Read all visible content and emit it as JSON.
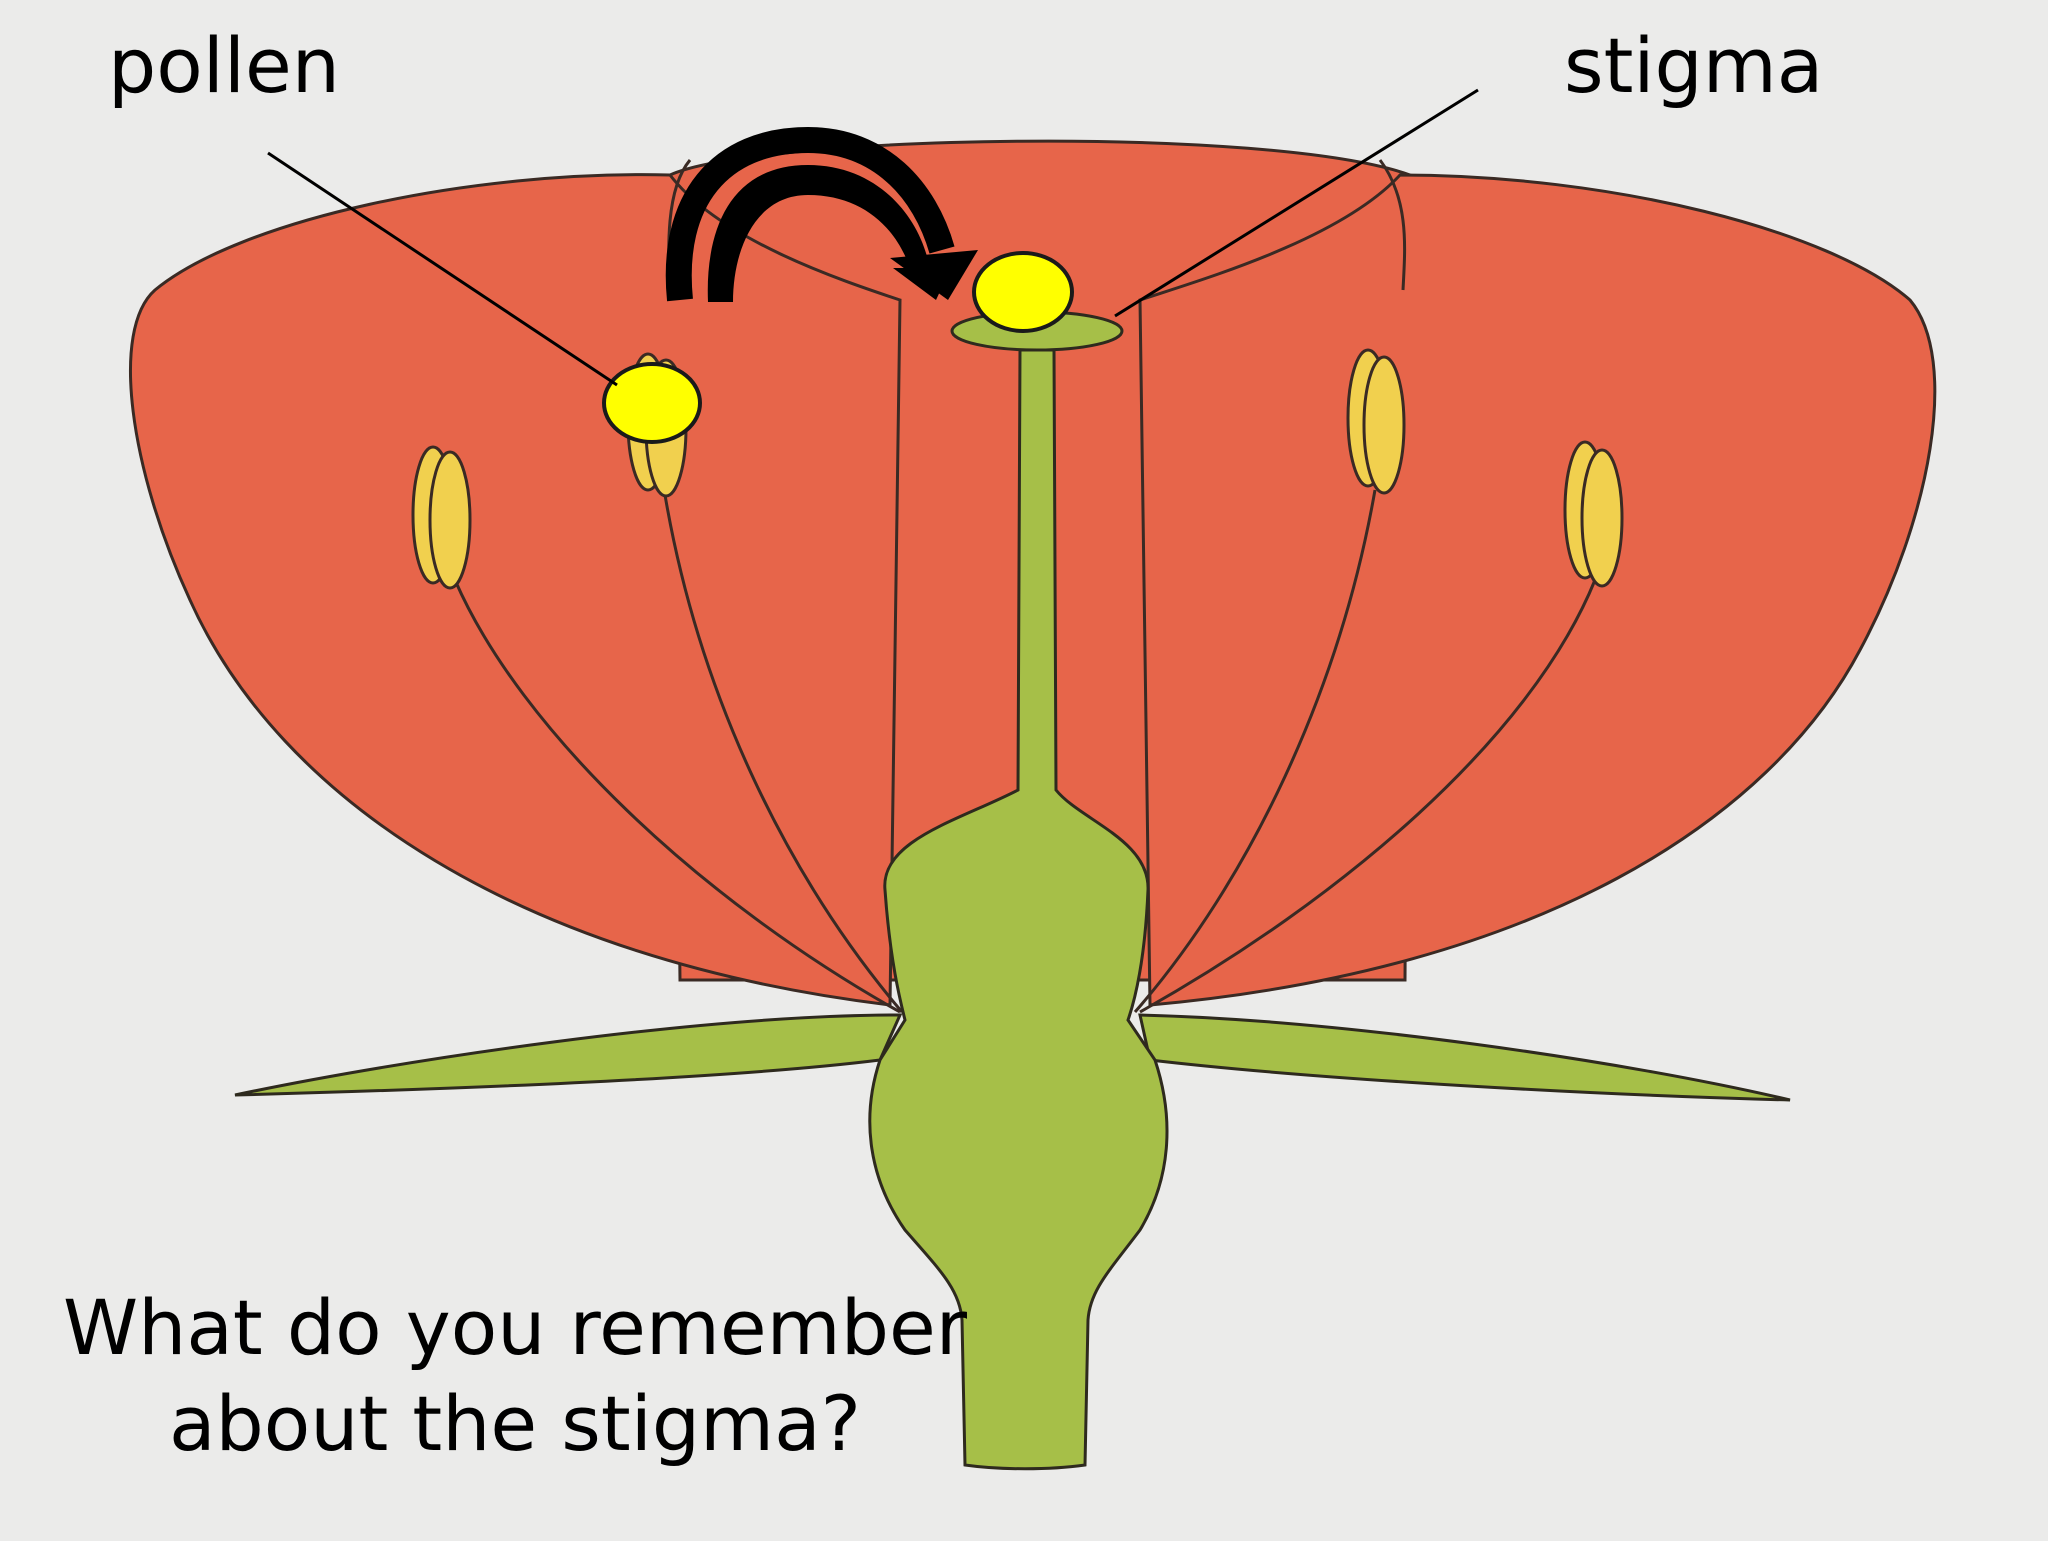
{
  "labels": {
    "pollen": "pollen",
    "stigma": "stigma"
  },
  "question": {
    "line1": "What do you remember",
    "line2": "about the stigma?"
  },
  "colors": {
    "background": "#ebebea",
    "petals": "#e7654a",
    "petal_outline": "#3a2a24",
    "carpel": "#a6bf48",
    "anther": "#f1d04e",
    "pollen_grain": "#ffff00",
    "arrow": "#000000"
  }
}
